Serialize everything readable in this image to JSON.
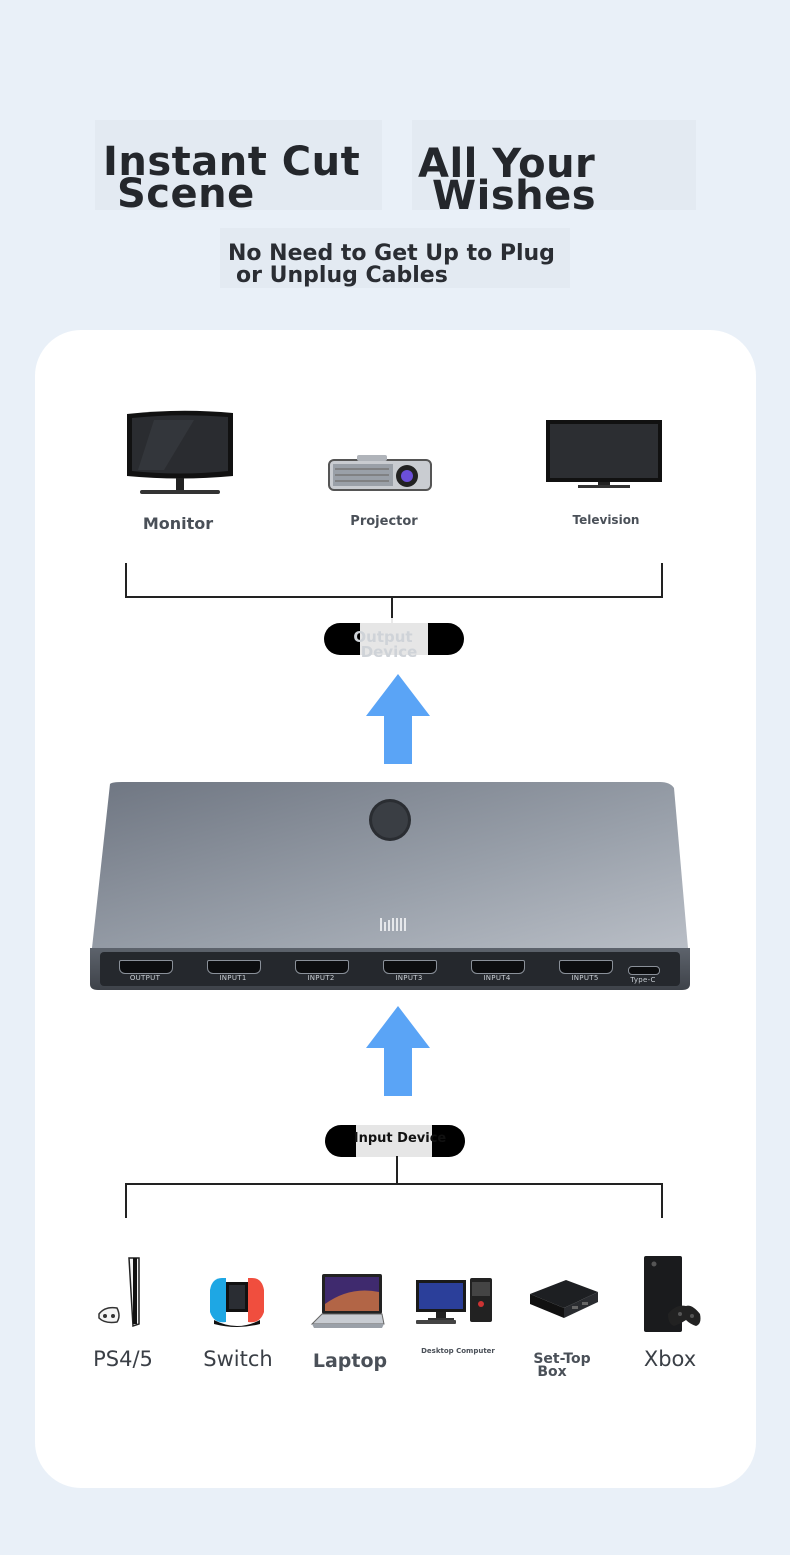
{
  "header": {
    "title_left_line1": "Instant Cut",
    "title_left_line2": "Scene",
    "title_right_line1": "All Your",
    "title_right_line2": "Wishes",
    "subtitle_line1": "No Need to Get Up to Plug",
    "subtitle_line2": "or Unplug Cables"
  },
  "outputs": {
    "monitor": "Monitor",
    "projector": "Projector",
    "television": "Television",
    "pill_line1": "Output",
    "pill_line2": "Device"
  },
  "switch": {
    "ports": [
      "OUTPUT",
      "INPUT1",
      "INPUT2",
      "INPUT3",
      "INPUT4",
      "INPUT5",
      "Type-C"
    ],
    "body_color": "#8f96a0",
    "arrow_color": "#5aa4f6"
  },
  "inputs": {
    "pill": "Input Device",
    "ps": "PS4/5",
    "switch": "Switch",
    "laptop": "Laptop",
    "desktop": "Desktop Computer",
    "settop_line1": "Set-Top",
    "settop_line2": "Box",
    "xbox": "Xbox"
  }
}
